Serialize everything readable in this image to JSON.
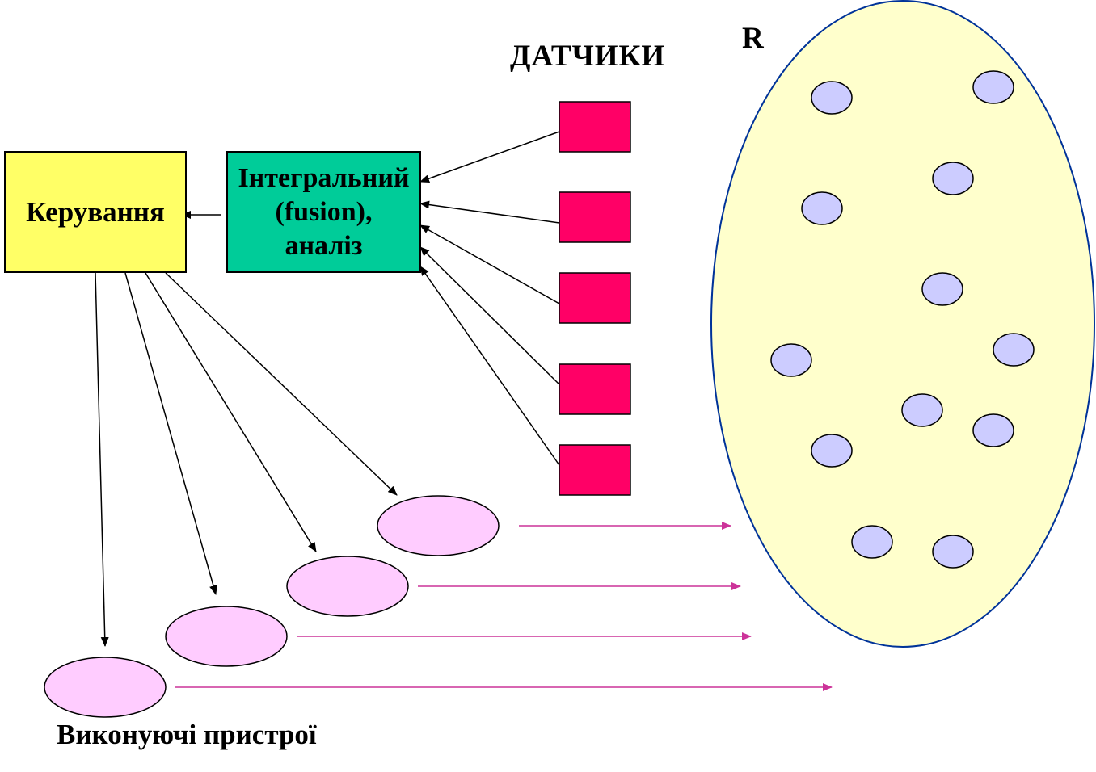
{
  "sensors_title": "ДАТЧИКИ",
  "environment_label": "R",
  "control_label": "Керування",
  "fusion": {
    "line1": "Інтегральний",
    "line2": "(fusion),",
    "line3": "аналіз"
  },
  "actuators_label": "Виконуючі пристрої",
  "colors": {
    "control_fill": "#ffff66",
    "fusion_fill": "#00cc99",
    "sensor_fill": "#ff0066",
    "actuator_fill": "#ffccff",
    "environment_fill": "#ffffcc",
    "environment_stroke": "#003399",
    "object_fill": "#ccccff",
    "signal_arrow": "#cc3399",
    "arrow": "#000000"
  }
}
